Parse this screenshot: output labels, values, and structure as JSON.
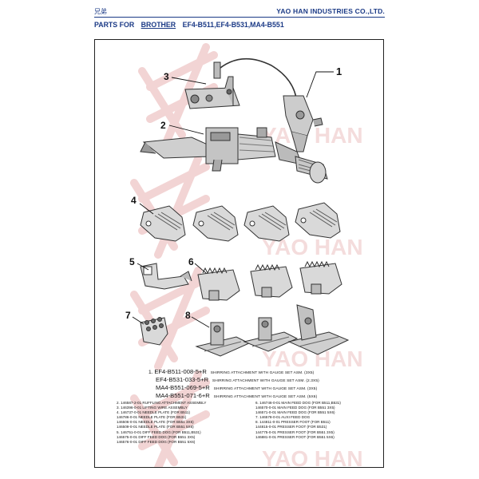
{
  "header": {
    "chinese": "兄弟",
    "company": "YAO HAN INDUSTRIES CO.,LTD.",
    "parts_for": "PARTS FOR",
    "brand": "BROTHER",
    "models": "EF4-B511,EF4-B531,MA4-B551"
  },
  "watermark": {
    "text": "YAO HAN"
  },
  "callouts": [
    "1",
    "2",
    "3",
    "4",
    "5",
    "6",
    "7",
    "8"
  ],
  "assemblies": [
    {
      "num": "1.",
      "part": "EF4-B511-008-5+R",
      "desc": "SHIRRING ATTACHMENT WITH GAUGE SET ASM. (3X5)"
    },
    {
      "num": "",
      "part": "EF4-B531-033-5+R",
      "desc": "SHIRRING ATTACHMENT WITH GAUGE SET ASM. (2.3X5)"
    },
    {
      "num": "",
      "part": "MA4-B551-069-5+R",
      "desc": "SHIRRING ATTACHMENT WITH GAUGE SET ASM. (3X5)"
    },
    {
      "num": "",
      "part": "MA4-B551-071-6+R",
      "desc": "SHIRRING ATTACHMENT WITH GAUGE SET ASM. (5X6)"
    }
  ],
  "parts_left": [
    "2. 146587-2-01  RUFFLING ATTACHMENT ASSEMBLY",
    "3. 146396-0-01  LIFTING WIRE ASSEMBLY",
    "4. 146737-0-01  NEEDLE PLATE    (FOR B511)",
    "    146786-0-01  NEEDLE PLATE    (FOR B531)",
    "    146506-0-01  NEEDLE PLATE    (FOR B551 3X5)",
    "    146509-0-01  NEEDLE PLATE    (FOR B551 5X6)",
    "5. 146751-0-01  DIFF FEED DOG   (FOR B511,B531)",
    "    146575-0-01  DIFF FEED DOG   (FOR B551 3X5)",
    "    146576-0-01  DIFF FEED DOG   (FOR B551 5X6)"
  ],
  "parts_right": [
    "6. 146746-0-01  MAIN FEED DOG   (FOR B511,B531)",
    "    146570-0-01  MAIN FEED DOG   (FOR B551 3X5)",
    "    146571-0-01  MAIN FEED DOG   (FOR B551 5X6)",
    "7. 146578-0-01  AUXI FEED DOG",
    "8. 144811-0-01  PRESSER FOOT   (FOR B511)",
    "    144815-0-01  PRESSER FOOT   (FOR B531)",
    "    144775-0-01  PRESSER FOOT   (FOR B551 3X5)",
    "    146881-0-01  PRESSER FOOT   (FOR B551 5X6)"
  ]
}
